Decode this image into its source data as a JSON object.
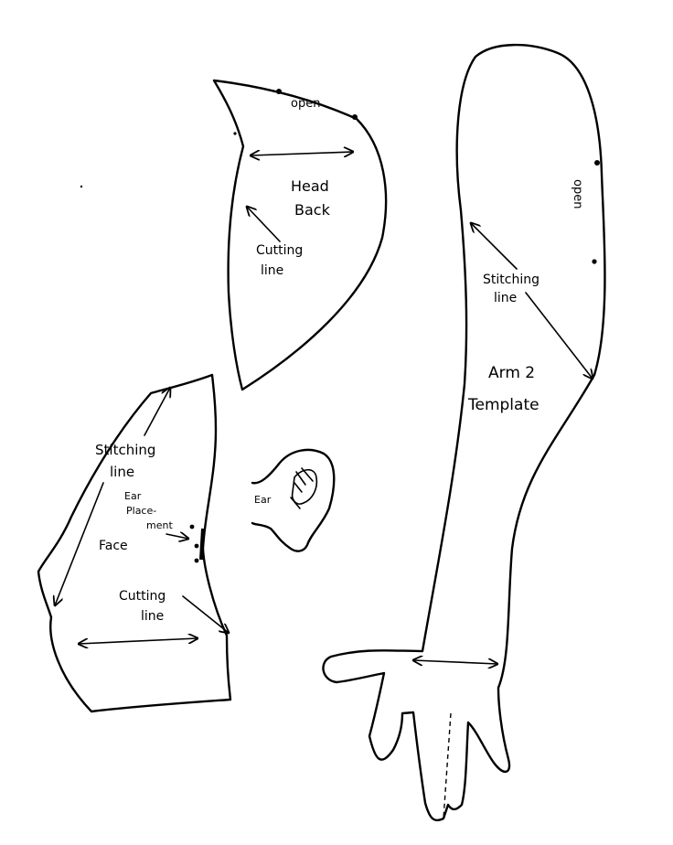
{
  "pieces": {
    "head_back": {
      "title_line1": "Head",
      "title_line2": "Back",
      "open_label": "open",
      "cutting_line1": "Cutting",
      "cutting_line2": "line"
    },
    "face": {
      "stitching_line1": "Stitching",
      "stitching_line2": "line",
      "ear_place_line1": "Ear",
      "ear_place_line2": "Place-",
      "ear_place_line3": "ment",
      "title": "Face",
      "cutting_line1": "Cutting",
      "cutting_line2": "line"
    },
    "ear": {
      "title": "Ear"
    },
    "arm": {
      "title_line1": "Arm 2",
      "title_line2": "Template",
      "open_label": "open",
      "stitching_line1": "Stitching",
      "stitching_line2": "line"
    }
  },
  "colors": {
    "ink": "#000000",
    "paper": "#ffffff"
  }
}
